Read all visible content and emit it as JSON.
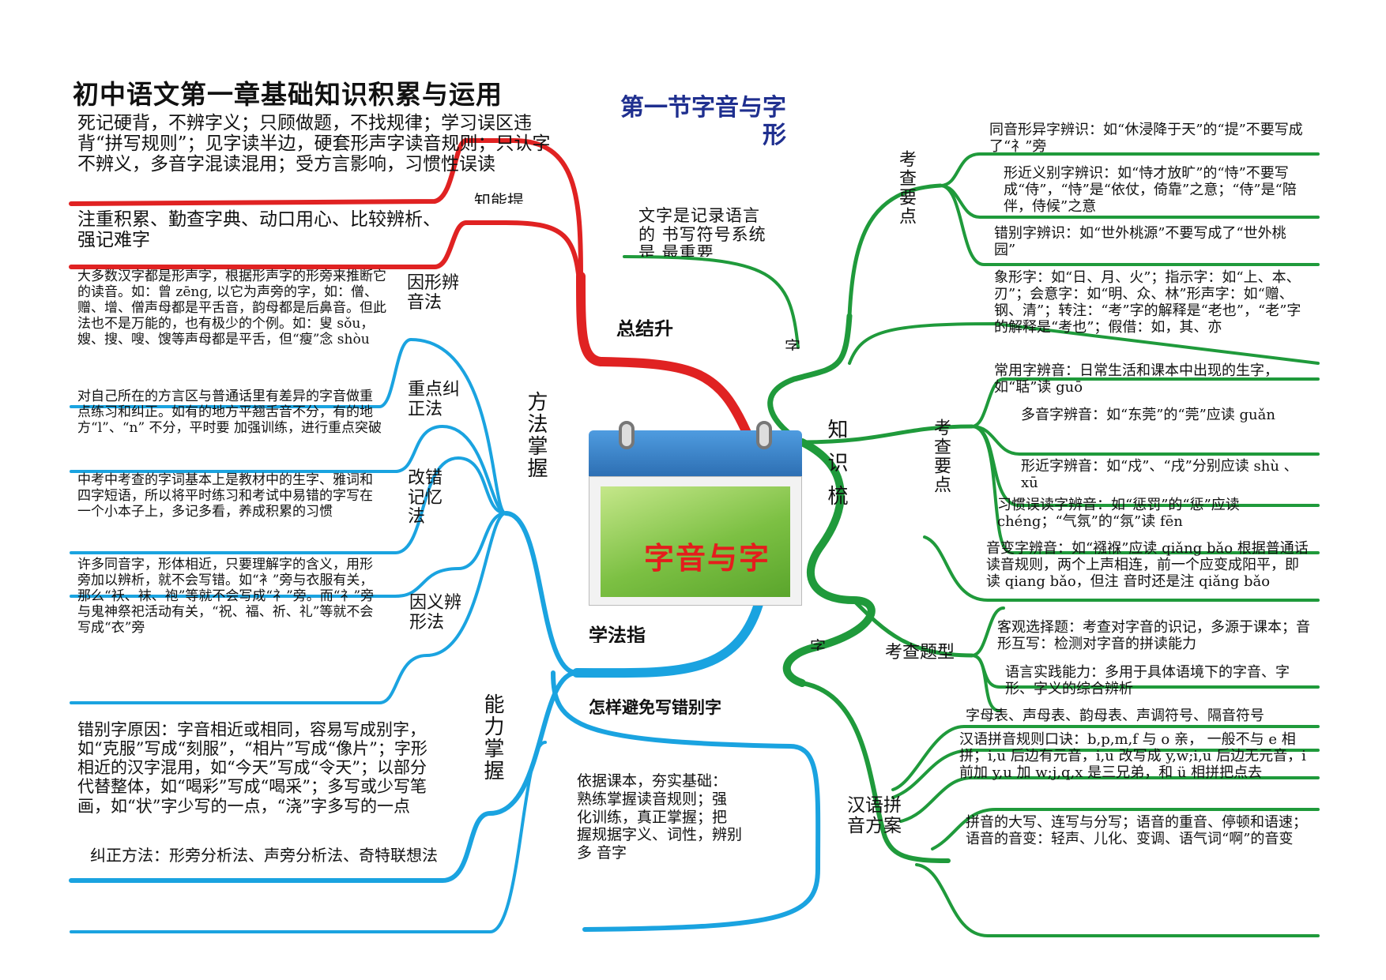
{
  "title": "初中语文第一章基础知识积累与运用",
  "section_title": "第一节字音与字形",
  "center": {
    "label": "字音与字"
  },
  "colors": {
    "red": "#e02222",
    "blue": "#1aa3e0",
    "green": "#1f9a3b",
    "title_blue": "#1f2f8f"
  },
  "red_branch": {
    "label_top": "知能提",
    "label_summary": "总结升",
    "misconceptions": "死记硬背，不辨字义；只顾做题，不找规律；学习误区违背“拼写规则”；见字读半边，硬套形声字读音规则；只认字不辨义，多音字混读混用；受方言影响，习惯性误读",
    "methods": "注重积累、勤查字典、动口用心、比较辨析、强记难字"
  },
  "top_note": "文字是记录语言的 书写符号系统 是 最重要",
  "blue_branch": {
    "group_method": "方法掌握",
    "group_ability": "能力掌握",
    "group_study": "学法指",
    "m1_label": "因形辨音法",
    "m1_text": "大多数汉字都是形声字，根据形声字的形旁来推断它的读音。如：曾 zēng, 以它为声旁的字，如：僧、赠、增、僧声母都是平舌音，韵母都是后鼻音。但此法也不是万能的，也有极少的个例。如：叟 sǒu，嫂、搜、嗖、馊等声母都是平舌，但“瘦”念 shòu",
    "m2_label": "重点纠正法",
    "m2_text": "对自己所在的方言区与普通话里有差异的字音做重点练习和纠正。如有的地方平翘舌音不分，有的地方“l”、“n” 不分，平时要 加强训练，进行重点突破",
    "m3_label": "改错记忆法",
    "m3_text": "中考中考查的字词基本上是教材中的生字、雅词和四字短语，所以将平时练习和考试中易错的字写在一个小本子上，多记多看，养成积累的习惯",
    "m4_label": "因义辨形法",
    "m4_text": "许多同音字，形体相近，只要理解字的含义，用形旁加以辨析，就不会写错。如“衤”旁与衣服有关，那么“袄、袜、袍”等就不会写成“礻”旁。而“礻”旁与鬼神祭祀活动有关，“祝、福、祈、礼”等就不会写成“衣”旁",
    "a1_text": "错别字原因：字音相近或相同，容易写成别字，如“克服”写成“刻服”，“相片”写成“像片”；字形相近的汉字混用，如“今天”写成“令天”；以部分代替整体，如“喝彩”写成“喝采”；多写或少写笔画，如“状”字少写的一点，“浇”字多写的一点",
    "a2_text": "纠正方法：形旁分析法、声旁分析法、奇特联想法",
    "avoid_label": "怎样避免写错别字",
    "avoid_text": "依据课本，夯实基础： 熟练掌握读音规则；强 化训练，真正掌握；把 握规据字义、词性，辨别多 音字"
  },
  "green_branch": {
    "knowledge_label": "知识梳",
    "char_label_1": "字",
    "char_label_2": "字",
    "kp1_label": "考查要点",
    "kp1_items": [
      "同音形异字辨识：如“休浸降于天”的“提”不要写成了“礻”旁",
      "形近义别字辨识：如“恃才放旷”的“恃”不要写成“侍”，“恃”是“依仗，倚靠”之意；“侍”是“陪伴，侍候”之意",
      "错别字辨识：如“世外桃源”不要写成了“世外桃园”",
      "象形字：如“日、月、火”；指示字：如“上、本、刃”；会意字：如“明、众、林”形声字：如“赠、钢、清”；转注：“考”字的解释是“老也”，“老”字的解释是“考也”；假借：如，其、亦"
    ],
    "kp2_label": "考查要点",
    "kp2_items": [
      "常用字辨音：日常生活和课本中出现的生字，如“聒”读 guō",
      "多音字辨音：如“东莞”的“莞”应读 guǎn",
      "形近字辨音：如“戍”、“戌”分别应读 shù 、xū",
      "习惯误读字辨音：如“惩罚”的“惩”应读 chéng；“气氛”的“氛”读 fēn",
      "音变字辨音：如“襁褓”应读 qiǎng bǎo 根据普通话读音规则，两个上声相连，前一个应变成阳平，即读 qiang bǎo，但注 音时还是注 qiǎng bǎo"
    ],
    "tt_label": "考查题型",
    "tt_items": [
      "客观选择题：考查对字音的识记，多源于课本；音形互写：检测对字音的拼读能力",
      "语言实践能力：多用于具体语境下的字音、字形、字义的综合辨析"
    ],
    "py_label": "汉语拼音方案",
    "py_items": [
      "字母表、声母表、韵母表、声调符号、隔音符号",
      "汉语拼音规则口诀：b,p,m,f 与 o 亲， 一般不与 e 相拼；i,u 后边有元音，i,u 改写成 y,w;i,u 后边无元音，i 前加 y,u 加 w;j,q,x 是三兄弟，和 ü 相拼把点去",
      "拼音的大写、连写与分写；语音的重音、停顿和语速；语音的音变：轻声、儿化、变调、语气词“啊”的音变"
    ]
  }
}
